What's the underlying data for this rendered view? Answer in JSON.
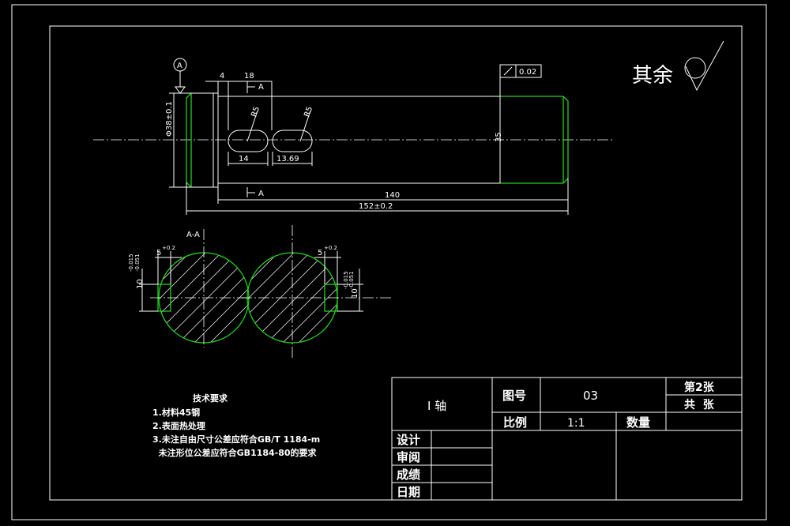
{
  "drawing": {
    "roughness_note": "其余",
    "datum_label": "A",
    "dims": {
      "d4": "4",
      "d18": "18",
      "d14": "14",
      "d1369": "13.69",
      "d140": "140",
      "d152": "152±0.2",
      "dia35": "35",
      "dia38": "Φ38±0.1",
      "r5a": "R5",
      "r5b": "R5"
    },
    "section_mark_top": "A",
    "section_mark_bottom": "A",
    "tolerance": "0.02",
    "section_title": "A-A",
    "key_left": {
      "width": "5",
      "tol": "+0.2",
      "depth": "10",
      "depth_tol": "-0.015",
      "depth_tol2": "-0.051"
    },
    "key_right": {
      "width": "5",
      "tol": "+0.2",
      "depth": "10",
      "depth_tol": "-0.015",
      "depth_tol2": "-0.051"
    }
  },
  "tech_req": {
    "title": "技术要求",
    "items": [
      "1.材料45钢",
      "2.表面热处理",
      "3.未注自由尺寸公差应符合GB/T 1184-m",
      "  未注形位公差应符合GB1184-80的要求"
    ]
  },
  "title_block": {
    "part_name": "I 轴",
    "drawing_no_label": "图号",
    "drawing_no": "03",
    "sheet_label": "第2张",
    "total_label": "共  张",
    "scale_label": "比例",
    "scale_value": "1:1",
    "qty_label": "数量",
    "roles": [
      "设计",
      "审阅",
      "成绩",
      "日期"
    ]
  }
}
